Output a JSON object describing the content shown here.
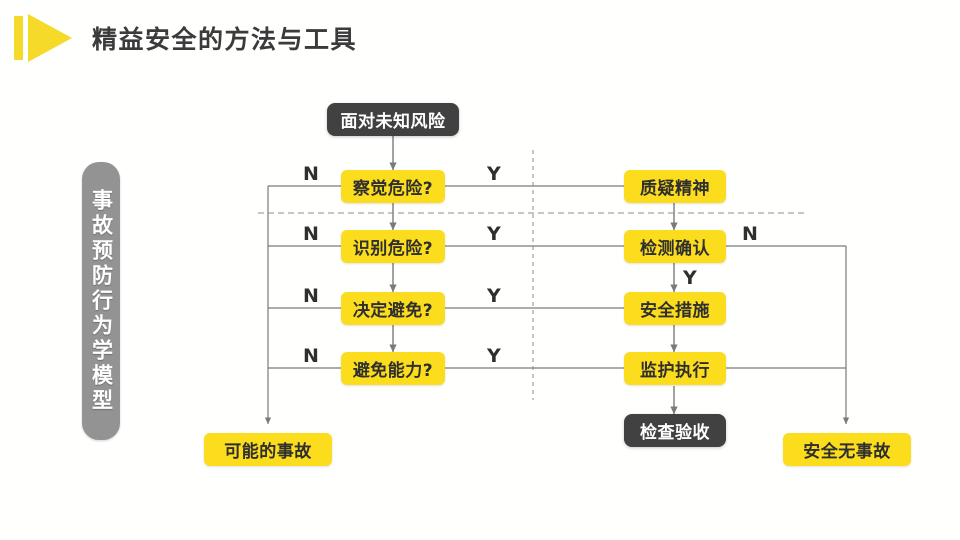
{
  "header": {
    "title": "精益安全的方法与工具",
    "logo_icon": "play-triangle-icon",
    "logo_color": "#f5da29"
  },
  "side_label": {
    "text": "事故预防行为学模型",
    "background_color": "#939393",
    "text_color": "#ffffff"
  },
  "palette": {
    "yellow": "#fbdd1d",
    "dark": "#414141",
    "line": "#7a7a7a",
    "text_dark": "#2f2f2f"
  },
  "diagram": {
    "type": "flowchart",
    "start_node": {
      "label": "面对未知风险",
      "style": "dark"
    },
    "decision_column": [
      {
        "label": "察觉危险?",
        "style": "yellow",
        "no_label": "N",
        "yes_label": "Y"
      },
      {
        "label": "识别危险?",
        "style": "yellow",
        "no_label": "N",
        "yes_label": "Y"
      },
      {
        "label": "决定避免?",
        "style": "yellow",
        "no_label": "N",
        "yes_label": "Y"
      },
      {
        "label": "避免能力?",
        "style": "yellow",
        "no_label": "N",
        "yes_label": "Y"
      }
    ],
    "action_column": [
      {
        "label": "质疑精神",
        "style": "yellow"
      },
      {
        "label": "检测确认",
        "style": "yellow",
        "no_label": "N"
      },
      {
        "label": "安全措施",
        "style": "yellow",
        "yes_label": "Y"
      },
      {
        "label": "监护执行",
        "style": "yellow"
      }
    ],
    "verify_node": {
      "label": "检查验收",
      "style": "dark"
    },
    "outcomes": [
      {
        "label": "可能的事故",
        "style": "yellow"
      },
      {
        "label": "安全无事故",
        "style": "yellow"
      }
    ]
  }
}
